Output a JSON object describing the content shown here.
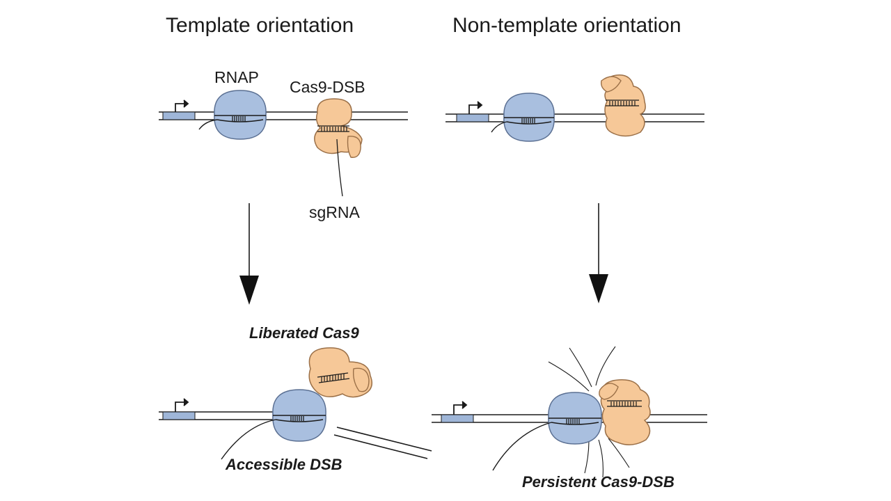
{
  "headings": {
    "left": "Template orientation",
    "right": "Non-template orientation"
  },
  "labels": {
    "rnap": "RNAP",
    "cas9_dsb": "Cas9-DSB",
    "sgrna": "sgRNA",
    "liberated": "Liberated Cas9",
    "accessible": "Accessible DSB",
    "persistent": "Persistent Cas9-DSB"
  },
  "colors": {
    "rnap_fill": "#a9bfdf",
    "rnap_stroke": "#5a6f92",
    "cas9_fill": "#f6c898",
    "cas9_stroke": "#9b7048",
    "promoter_fill": "#9fb6d8",
    "line": "#1a1a1a"
  }
}
